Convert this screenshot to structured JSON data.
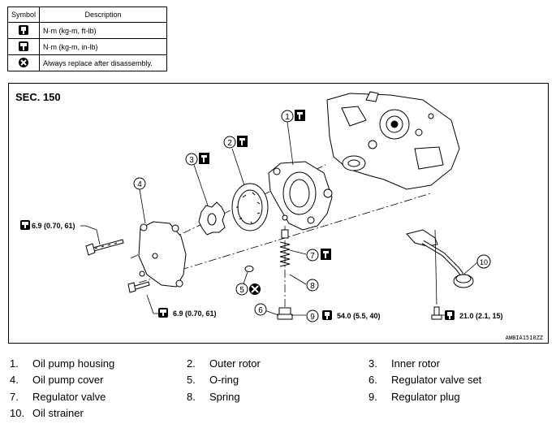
{
  "legend": {
    "header_symbol": "Symbol",
    "header_description": "Description",
    "rows": [
      {
        "icon": "torque-wrench-ftlb-icon",
        "description": "N·m (kg-m, ft-lb)"
      },
      {
        "icon": "torque-wrench-inlb-icon",
        "description": "N·m (kg-m, in-lb)"
      },
      {
        "icon": "always-replace-icon",
        "description": "Always replace after disassembly."
      }
    ]
  },
  "diagram": {
    "section_label": "SEC. 150",
    "figure_code": "AWBIA1510ZZ",
    "torque_callouts": {
      "upper_bolt": "6.9 (0.70, 61)",
      "lower_bolt": "6.9 (0.70, 61)",
      "regulator_plug": "54.0 (5.5, 40)",
      "strainer_bolt": "21.0 (2.1, 15)"
    },
    "callout_numbers": [
      "1",
      "2",
      "3",
      "4",
      "5",
      "6",
      "7",
      "8",
      "9",
      "10"
    ]
  },
  "parts": [
    {
      "num": "1.",
      "name": "Oil pump housing"
    },
    {
      "num": "2.",
      "name": "Outer rotor"
    },
    {
      "num": "3.",
      "name": "Inner rotor"
    },
    {
      "num": "4.",
      "name": "Oil pump cover"
    },
    {
      "num": "5.",
      "name": "O-ring"
    },
    {
      "num": "6.",
      "name": "Regulator valve set"
    },
    {
      "num": "7.",
      "name": "Regulator valve"
    },
    {
      "num": "8.",
      "name": "Spring"
    },
    {
      "num": "9.",
      "name": "Regulator plug"
    },
    {
      "num": "10.",
      "name": "Oil strainer"
    }
  ]
}
